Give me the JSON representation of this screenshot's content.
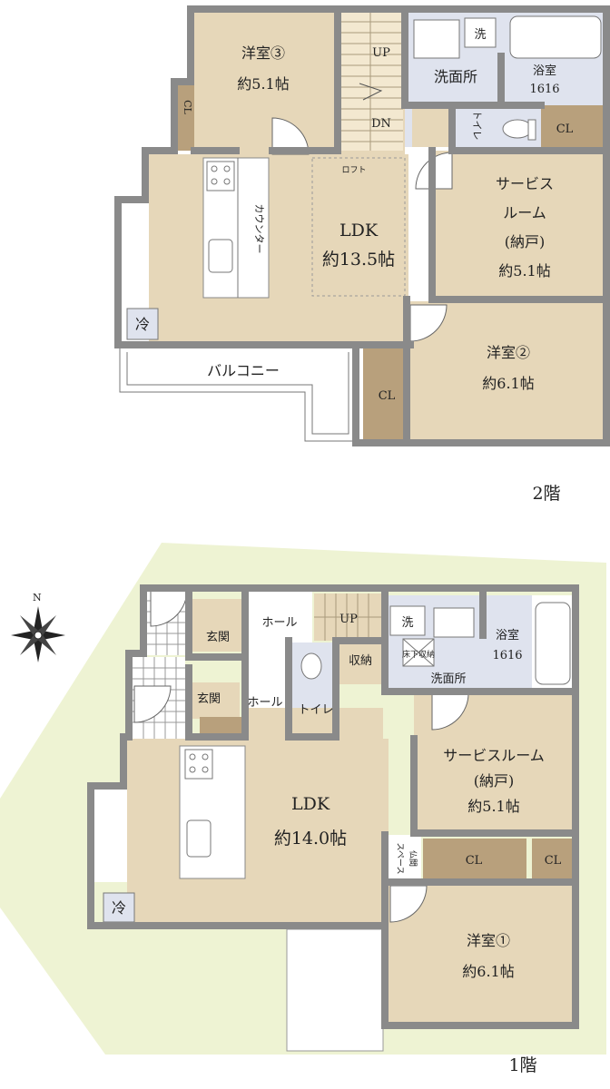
{
  "floor2": {
    "floor_label": "2階",
    "room_w3": {
      "name": "洋室③",
      "size": "約5.1帖"
    },
    "cl_a": "CL",
    "stair_up": "UP",
    "stair_dn": "DN",
    "laundry_icon": "洗",
    "washroom": "洗面所",
    "bath": {
      "name": "浴室",
      "size": "1616"
    },
    "toilet": "トイレ",
    "cl_b": "CL",
    "loft": "ロフト",
    "counter": "カウンター",
    "ldk": {
      "name": "LDK",
      "size": "約13.5帖"
    },
    "service": {
      "line1": "サービス",
      "line2": "ルーム",
      "line3": "(納戸)",
      "size": "約5.1帖"
    },
    "fridge": "冷",
    "balcony": "バルコニー",
    "cl_c": "CL",
    "room_w2": {
      "name": "洋室②",
      "size": "約6.1帖"
    }
  },
  "floor1": {
    "floor_label": "1階",
    "north": "N",
    "entrance_a": "玄関",
    "entrance_b": "玄関",
    "hall_a": "ホール",
    "hall_b": "ホール",
    "stair_up": "UP",
    "laundry_icon": "洗",
    "storage_small": "床下収納",
    "storage": "収納",
    "washroom": "洗面所",
    "bath": {
      "name": "浴室",
      "size": "1616"
    },
    "toilet": "トイレ",
    "service": {
      "line1": "サービスルーム",
      "line2": "(納戸)",
      "size": "約5.1帖"
    },
    "ldk": {
      "name": "LDK",
      "size": "約14.0帖"
    },
    "butsuma": {
      "line1": "仏間",
      "line2": "スペース"
    },
    "cl_a": "CL",
    "cl_b": "CL",
    "fridge": "冷",
    "room_w1": {
      "name": "洋室①",
      "size": "約6.1帖"
    }
  }
}
